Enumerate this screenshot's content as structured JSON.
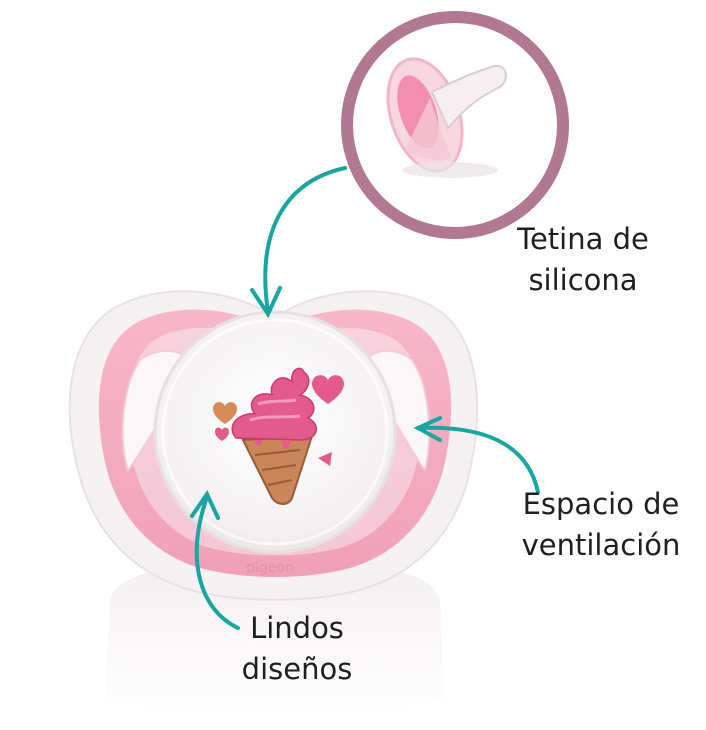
{
  "annotations": {
    "tetina": {
      "line1": "Tetina de",
      "line2": "silicona"
    },
    "espacio": {
      "line1": "Espacio de",
      "line2": "ventilación"
    },
    "lindos": {
      "line1": "Lindos",
      "line2": "diseños"
    }
  },
  "brand_mark": "pigeon",
  "colors": {
    "circle_border": "#b07891",
    "arrow": "#1aa5a0",
    "shield_pink": "#f4a9bf",
    "shield_clear": "#f6f2f4",
    "text": "#1f1f1f"
  },
  "icons": [
    "pacifier-photo",
    "nipple-detail-photo",
    "ice-cream-design",
    "heart-icon"
  ]
}
